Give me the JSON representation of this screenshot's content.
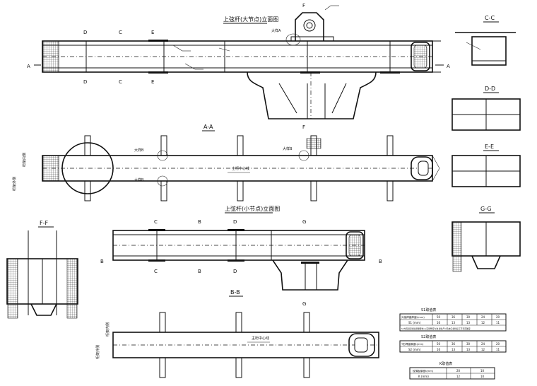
{
  "titles": {
    "big_node_elevation": "上弦杆(大节点)立面图",
    "small_node_elevation": "上弦杆(小节点)立面图",
    "plan_aa": "A-A",
    "plan_bb": "B-B"
  },
  "section_labels": {
    "cc": "C-C",
    "dd": "D-D",
    "ee": "E-E",
    "gg": "G-G",
    "ff": "F-F"
  },
  "cut_marks": {
    "a": "A",
    "b": "B",
    "c": "C",
    "d": "D",
    "e": "E",
    "f": "F",
    "g": "G"
  },
  "annotations": {
    "detail_a": "大样A",
    "detail_b": "大样B",
    "main_truss_center": "主桁中心线",
    "inner_side": "桁架内侧",
    "outer_side": "桁架外侧"
  },
  "table_s1": {
    "title": "S1取值表",
    "header_label": "对接焊缝厚度t(mm)",
    "headers": [
      "50",
      "36",
      "30",
      "24",
      "20"
    ],
    "row_label": "S1 (mm)",
    "row": [
      "16",
      "13",
      "13",
      "12",
      "11"
    ],
    "note": "S1均需满足焊接质量要求,以实测厚度为准,焊缝尺寸及坡口按焊接工艺评定确定"
  },
  "table_s2": {
    "title": "S2取值表",
    "header_label": "T形焊缝厚度t(mm)",
    "headers": [
      "50",
      "36",
      "30",
      "24",
      "20"
    ],
    "row_label": "S2 (mm)",
    "row": [
      "16",
      "13",
      "13",
      "12",
      "11"
    ]
  },
  "table_k": {
    "title": "K取值表",
    "header_label": "较薄板厚度t(mm)",
    "headers": [
      "20",
      "10"
    ],
    "row_label": "K (mm)",
    "row": [
      "12",
      "10"
    ]
  }
}
